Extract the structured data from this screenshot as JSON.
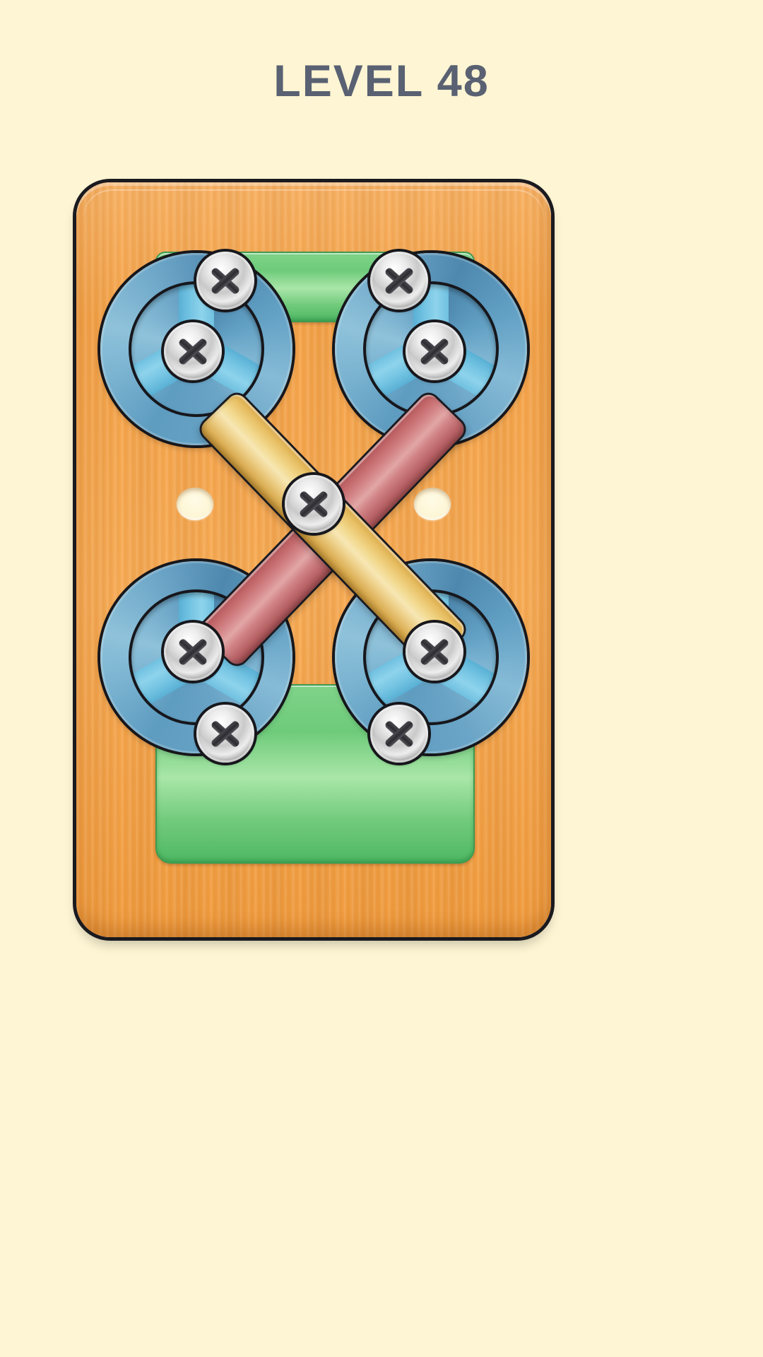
{
  "screen": {
    "background_color": "#fdf5d3",
    "title": "LEVEL 48",
    "title_color": "#596172"
  },
  "board": {
    "name": "wooden-board",
    "wood_color": "#f5a44a",
    "outline_color": "#1a1a1f"
  },
  "palette": {
    "wood": "#f5a44a",
    "green_plate": "#6ecb7a",
    "blue_wheel": "#5e9cc0",
    "blue_hub": "#79c7e6",
    "gold_bar": "#e8c065",
    "red_bar": "#c4696c",
    "screw_metal": "#d8d8d8",
    "screw_slot": "#2c2c31",
    "hole": "#fdf6d6"
  },
  "plates": [
    {
      "id": "plate-top",
      "label": "green-plate-top",
      "color": "#6ecb7a"
    },
    {
      "id": "plate-bottom",
      "label": "green-plate-bottom",
      "color": "#6ecb7a"
    }
  ],
  "holes": [
    {
      "id": "hole-left",
      "label": "empty-hole-left"
    },
    {
      "id": "hole-right",
      "label": "empty-hole-right"
    }
  ],
  "wheels": [
    {
      "id": "wheel-tl",
      "label": "blue-wheel-top-left"
    },
    {
      "id": "wheel-tr",
      "label": "blue-wheel-top-right"
    },
    {
      "id": "wheel-bl",
      "label": "blue-wheel-bottom-left"
    },
    {
      "id": "wheel-br",
      "label": "blue-wheel-bottom-right"
    }
  ],
  "bars": [
    {
      "id": "bar-gold",
      "label": "gold-bar",
      "color": "#e8c065",
      "rotation": 46
    },
    {
      "id": "bar-red",
      "label": "red-bar",
      "color": "#c4696c",
      "rotation": -46
    }
  ],
  "screws": [
    {
      "id": "screw-wheel-tl",
      "label": "screw-on-wheel-top-left"
    },
    {
      "id": "screw-wheel-tr",
      "label": "screw-on-wheel-top-right"
    },
    {
      "id": "screw-wheel-bl",
      "label": "screw-on-wheel-bottom-left"
    },
    {
      "id": "screw-wheel-br",
      "label": "screw-on-wheel-bottom-right"
    },
    {
      "id": "screw-gold-top",
      "label": "screw-gold-bar-top-end"
    },
    {
      "id": "screw-gold-bottom",
      "label": "screw-gold-bar-bottom-end"
    },
    {
      "id": "screw-red-top",
      "label": "screw-red-bar-top-end"
    },
    {
      "id": "screw-red-bottom",
      "label": "screw-red-bar-bottom-end"
    },
    {
      "id": "screw-center",
      "label": "screw-center-pivot"
    }
  ],
  "counts": {
    "wheels": 4,
    "bars": 2,
    "screws": 9,
    "holes": 2,
    "plates": 2
  }
}
